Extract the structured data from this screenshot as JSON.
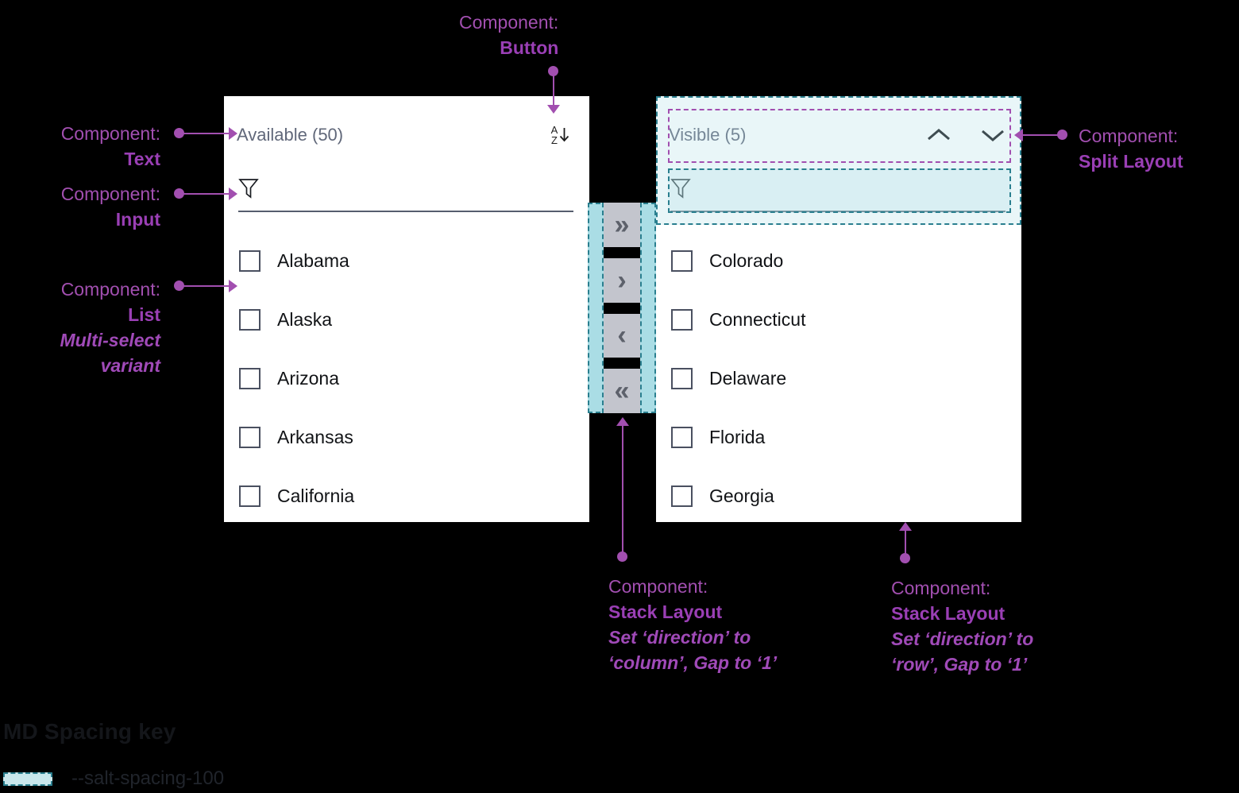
{
  "available_panel": {
    "title": "Available (50)",
    "sort_icon": "sort-az-descending-icon",
    "sort_top": "A",
    "sort_bottom": "Z",
    "filter_icon": "filter-funnel-icon",
    "filter_value": "",
    "filter_placeholder": "",
    "items": [
      {
        "label": "Alabama",
        "checked": false
      },
      {
        "label": "Alaska",
        "checked": false
      },
      {
        "label": "Arizona",
        "checked": false
      },
      {
        "label": "Arkansas",
        "checked": false
      },
      {
        "label": "California",
        "checked": false
      }
    ]
  },
  "visible_panel": {
    "title": "Visible (5)",
    "move_up_icon": "chevron-up-icon",
    "move_down_icon": "chevron-down-icon",
    "filter_icon": "filter-funnel-icon",
    "filter_value": "",
    "filter_placeholder": "",
    "items": [
      {
        "label": "Colorado",
        "checked": false
      },
      {
        "label": "Connecticut",
        "checked": false
      },
      {
        "label": "Delaware",
        "checked": false
      },
      {
        "label": "Florida",
        "checked": false
      },
      {
        "label": "Georgia",
        "checked": false
      }
    ]
  },
  "transfer_buttons": [
    {
      "name": "move-all-right-button",
      "glyph": "»"
    },
    {
      "name": "move-right-button",
      "glyph": "›"
    },
    {
      "name": "move-left-button",
      "glyph": "‹"
    },
    {
      "name": "move-all-left-button",
      "glyph": "«"
    }
  ],
  "annotations": {
    "button": {
      "label": "Component:",
      "name": "Button"
    },
    "text": {
      "label": "Component:",
      "name": "Text"
    },
    "input": {
      "label": "Component:",
      "name": "Input"
    },
    "list": {
      "label": "Component:",
      "name": "List",
      "detail": "Multi-select\nvariant",
      "detail_line1": "Multi-select",
      "detail_line2": "variant"
    },
    "split_layout": {
      "label": "Component:",
      "name": "Split Layout"
    },
    "stack_column": {
      "label": "Component:",
      "name": "Stack Layout",
      "detail_line1": "Set ‘direction’ to",
      "detail_line2": "‘column’, Gap to ‘1’"
    },
    "stack_row": {
      "label": "Component:",
      "name": "Stack Layout",
      "detail_line1": "Set ‘direction’ to",
      "detail_line2": "‘row’, Gap to ‘1’"
    }
  },
  "spacing_key": {
    "title": "MD Spacing key",
    "token": "--salt-spacing-100"
  },
  "colors": {
    "background": "#000000",
    "panel": "#ffffff",
    "annotation_purple": "#a24fb0",
    "spacing_teal": "#2a7f8f",
    "spacing_fill": "#aadde5",
    "transfer_button": "#c3c5cd",
    "title_text": "#61687a",
    "item_text": "#111316"
  }
}
